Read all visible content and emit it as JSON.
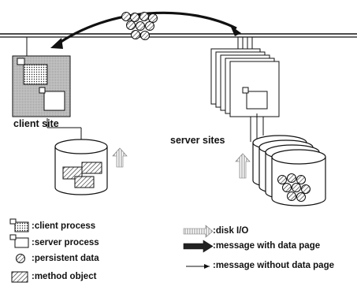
{
  "sites": {
    "client_label": "client site",
    "server_label": "server sites"
  },
  "legend": {
    "client_process": ":client process",
    "server_process": ":server process",
    "persistent_data": ":persistent data",
    "method_object": ":method object",
    "disk_io": ":disk I/O",
    "message_with_data_page": ":message with data page",
    "message_without_data_page": ":message without data page"
  },
  "colors": {
    "ink": "#111111",
    "client_shade": "#bdbdbd",
    "paper": "#ffffff",
    "disk_arrow": "#c8c8c8"
  }
}
